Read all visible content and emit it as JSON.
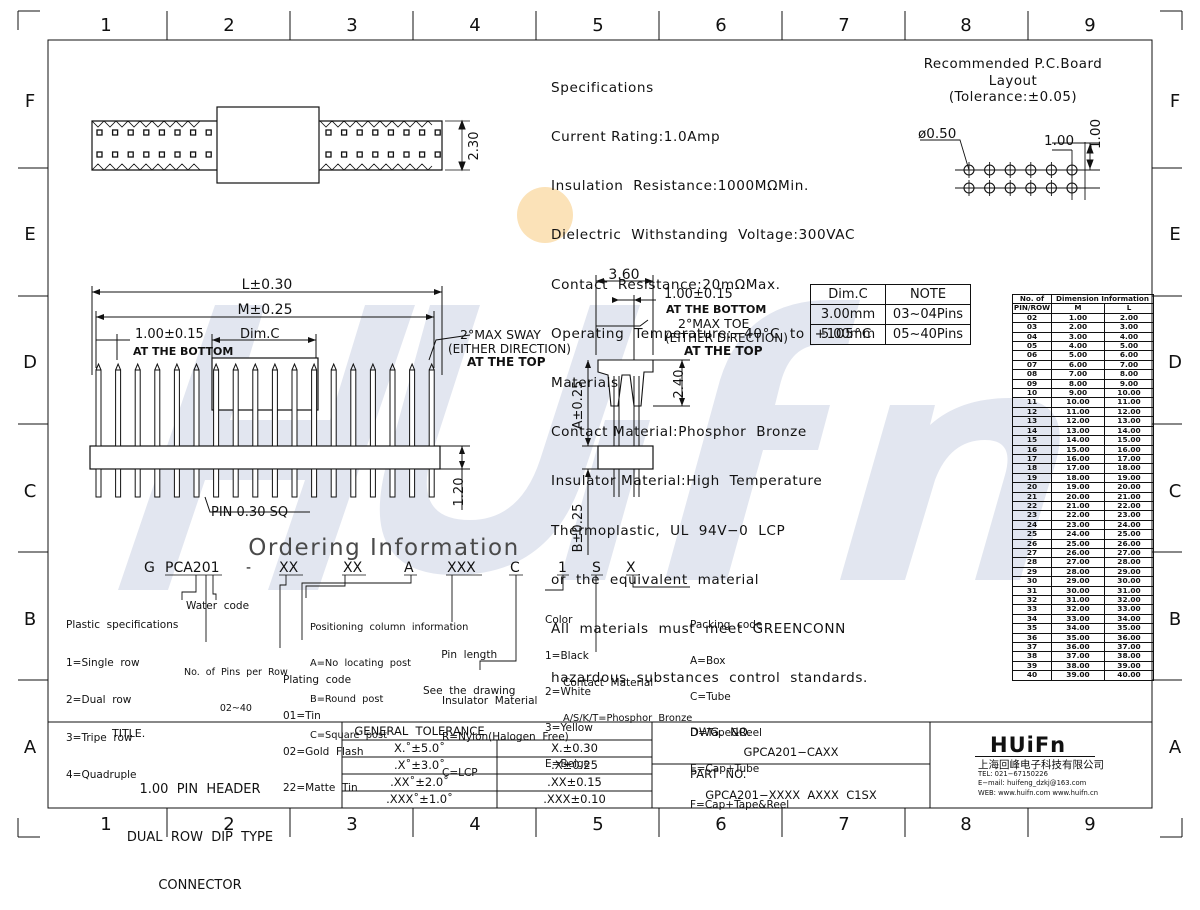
{
  "grid": {
    "columns": [
      "1",
      "2",
      "3",
      "4",
      "5",
      "6",
      "7",
      "8",
      "9"
    ],
    "rows": [
      "F",
      "E",
      "D",
      "C",
      "B",
      "A"
    ]
  },
  "specs": {
    "lines": [
      "Specifications",
      "Current Rating:1.0Amp",
      "Insulation  Resistance:1000MΩMin.",
      "Dielectric  Withstanding  Voltage:300VAC",
      "Contact  Resistance:20mΩMax.",
      "Operating  Temperature:−40°C  to  +105°C",
      "Materials",
      "Contact Material:Phosphor  Bronze",
      "Insulator Material:High  Temperature",
      "Thermoplastic,  UL  94V−0  LCP",
      "or  the  equivalent  material",
      "All  materials  must  meet  GREENCONN",
      "hazardous  substances  control  standards."
    ]
  },
  "pcb": {
    "title_lines": [
      "Recommended  P.C.Board",
      "Layout",
      "(Tolerance:±0.05)"
    ],
    "hole_label": "ø0.50",
    "pitch_label": "1.00",
    "row_pitch_label": "1.00"
  },
  "top_view": {
    "height_label": "2.30"
  },
  "front_view": {
    "L_label": "L±0.30",
    "M_label": "M±0.25",
    "pitch_label": "1.00±0.15",
    "pitch_note": "AT  THE  BOTTOM",
    "dimc_label": "Dim.C",
    "sway_label": "2°MAX  SWAY",
    "sway_note": "(EITHER  DIRECTION)",
    "sway_note2": "AT  THE  TOP",
    "pin_label": "PIN  0.30  SQ",
    "bottom_label": "1.20"
  },
  "side_view": {
    "width_label": "3.60",
    "pitch_label": "1.00±0.15",
    "pitch_note": "AT  THE  BOTTOM",
    "toe_label": "2°MAX  TOE",
    "toe_note": "(EITHER  DIRECTION)",
    "toe_note2": "AT  THE  TOP",
    "a_label": "A±0.25",
    "b_label": "B±0.25",
    "h_label": "2.40"
  },
  "dim_table": {
    "headers": [
      "Dim.C",
      "NOTE"
    ],
    "rows": [
      [
        "3.00mm",
        "03~04Pins"
      ],
      [
        "5.00mm",
        "05~40Pins"
      ]
    ]
  },
  "pin_table": {
    "header_left": "No.  of",
    "header_right": "Dimension  Information",
    "sub_left": "PIN/ROW",
    "sub_m": "M",
    "sub_l": "L",
    "rows": [
      [
        "02",
        "1.00",
        "2.00"
      ],
      [
        "03",
        "2.00",
        "3.00"
      ],
      [
        "04",
        "3.00",
        "4.00"
      ],
      [
        "05",
        "4.00",
        "5.00"
      ],
      [
        "06",
        "5.00",
        "6.00"
      ],
      [
        "07",
        "6.00",
        "7.00"
      ],
      [
        "08",
        "7.00",
        "8.00"
      ],
      [
        "09",
        "8.00",
        "9.00"
      ],
      [
        "10",
        "9.00",
        "10.00"
      ],
      [
        "11",
        "10.00",
        "11.00"
      ],
      [
        "12",
        "11.00",
        "12.00"
      ],
      [
        "13",
        "12.00",
        "13.00"
      ],
      [
        "14",
        "13.00",
        "14.00"
      ],
      [
        "15",
        "14.00",
        "15.00"
      ],
      [
        "16",
        "15.00",
        "16.00"
      ],
      [
        "17",
        "16.00",
        "17.00"
      ],
      [
        "18",
        "17.00",
        "18.00"
      ],
      [
        "19",
        "18.00",
        "19.00"
      ],
      [
        "20",
        "19.00",
        "20.00"
      ],
      [
        "21",
        "20.00",
        "21.00"
      ],
      [
        "22",
        "21.00",
        "22.00"
      ],
      [
        "23",
        "22.00",
        "23.00"
      ],
      [
        "24",
        "23.00",
        "24.00"
      ],
      [
        "25",
        "24.00",
        "25.00"
      ],
      [
        "26",
        "25.00",
        "26.00"
      ],
      [
        "27",
        "26.00",
        "27.00"
      ],
      [
        "28",
        "27.00",
        "28.00"
      ],
      [
        "29",
        "28.00",
        "29.00"
      ],
      [
        "30",
        "29.00",
        "30.00"
      ],
      [
        "31",
        "30.00",
        "31.00"
      ],
      [
        "32",
        "31.00",
        "32.00"
      ],
      [
        "33",
        "32.00",
        "33.00"
      ],
      [
        "34",
        "33.00",
        "34.00"
      ],
      [
        "35",
        "34.00",
        "35.00"
      ],
      [
        "36",
        "35.00",
        "36.00"
      ],
      [
        "37",
        "36.00",
        "37.00"
      ],
      [
        "38",
        "37.00",
        "38.00"
      ],
      [
        "39",
        "38.00",
        "39.00"
      ],
      [
        "40",
        "39.00",
        "40.00"
      ]
    ]
  },
  "ordering": {
    "title": "Ordering  Information",
    "code_parts": [
      "G",
      "PCA201",
      "-",
      "XX",
      "XX",
      "A",
      "XXX",
      "C",
      "1",
      "S",
      "X"
    ],
    "plastic": [
      "Plastic  specifications",
      "1=Single  row",
      "2=Dual  row",
      "3=Tripe  row",
      "4=Quadruple"
    ],
    "water": "Water  code",
    "pins": [
      "No.  of  Pins  per  Row",
      "02~40"
    ],
    "plating": [
      "Plating  code",
      "01=Tin",
      "02=Gold  Flash",
      "22=Matte  Tin"
    ],
    "positioning": [
      "Positioning  column  information",
      "A=No  locating  post",
      "B=Round  post",
      "C=Square  post"
    ],
    "pin_length": [
      "Pin  length",
      "See  the  drawing"
    ],
    "insulator": [
      "Insulator  Material",
      "R=Nylon(Halogen  Free)",
      "C=LCP"
    ],
    "color": [
      "Color",
      "1=Black",
      "2=White",
      "3=Yellow",
      "E=Beige"
    ],
    "contact": [
      "Contact  Material",
      "A/S/K/T=Phosphor  Bronze"
    ],
    "packing": [
      "Packing  code",
      "A=Box",
      "C=Tube",
      "D=Tape&Reel",
      "E=Cap+Tube",
      "F=Cap+Tape&Reel"
    ]
  },
  "title_block": {
    "title_label": "TITLE.",
    "title_lines": [
      "1.00  PIN  HEADER",
      "DUAL  ROW  DIP  TYPE",
      "CONNECTOR"
    ],
    "tolerance_title": "GENERAL  TOLERANCE",
    "tolerance_rows": [
      [
        "X.˚±5.0˚",
        "X.±0.30"
      ],
      [
        ".X˚±3.0˚",
        ".X±0.25"
      ],
      [
        ".XX˚±2.0˚",
        ".XX±0.15"
      ],
      [
        ".XXX˚±1.0˚",
        ".XXX±0.10"
      ]
    ],
    "dwg_label": "DWG.  NO.",
    "dwg_value": "GPCA201−CAXX",
    "part_label": "PART  NO.",
    "part_value": "GPCA201−XXXX  AXXX  C1SX",
    "company_logo": "HUiFn",
    "company_name": "上海回峰电子科技有限公司",
    "tel": "TEL:  021−67150226",
    "email": "E−mail:  huifeng_dzkj@163.com",
    "web": "WEB:  www.huifn.com    www.huifn.cn"
  },
  "watermark": "HUiFn",
  "colors": {
    "line": "#111111",
    "watermark": "#dfe3ef",
    "watermark_dot": "#f8d9a8"
  }
}
